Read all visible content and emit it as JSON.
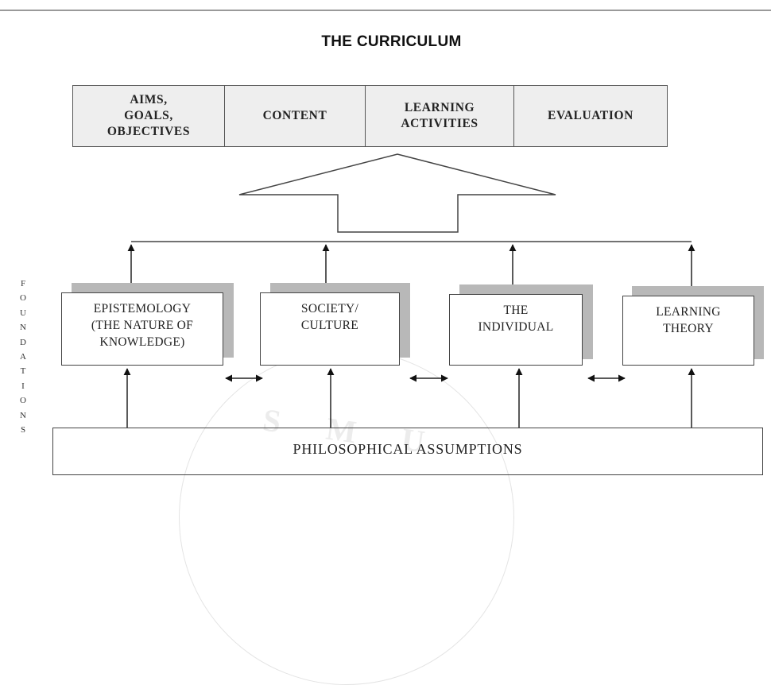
{
  "title": "THE CURRICULUM",
  "curriculum_elements": [
    "AIMS,\nGOALS,\nOBJECTIVES",
    "CONTENT",
    "LEARNING\nACTIVITIES",
    "EVALUATION"
  ],
  "side_label": "F\nO\nU\nN\nD\nA\nT\nI\nO\nN\nS",
  "foundations": [
    "EPISTEMOLOGY\n(THE NATURE OF\nKNOWLEDGE)",
    "SOCIETY/\nCULTURE",
    "THE\nINDIVIDUAL",
    "LEARNING\nTHEORY"
  ],
  "base": "PHILOSOPHICAL ASSUMPTIONS",
  "watermark_text": "S M U"
}
